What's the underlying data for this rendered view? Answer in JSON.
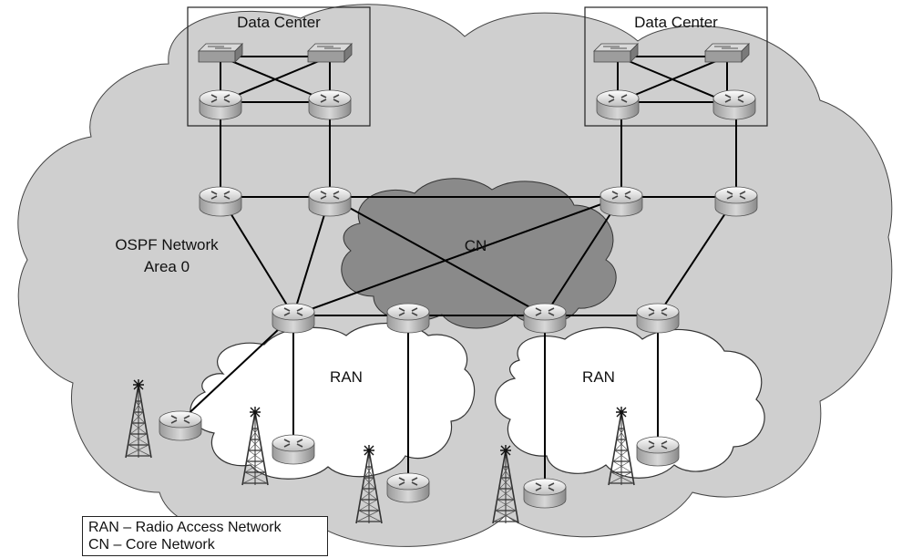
{
  "labels": {
    "data_center_left": "Data Center",
    "data_center_right": "Data Center",
    "ospf_network": "OSPF Network",
    "area": "Area 0",
    "core_network": "CN",
    "ran_left": "RAN",
    "ran_right": "RAN"
  },
  "legend": {
    "ran": "RAN – Radio Access Network",
    "cn": "CN – Core Network"
  },
  "icons": {
    "router": "router-icon",
    "switch": "switch-icon",
    "tower": "radio-tower-icon"
  },
  "colors": {
    "ospf_cloud": "#cfcfcf",
    "core_cloud": "#8a8a8a",
    "ran_cloud": "#ffffff",
    "link": "#000000"
  }
}
